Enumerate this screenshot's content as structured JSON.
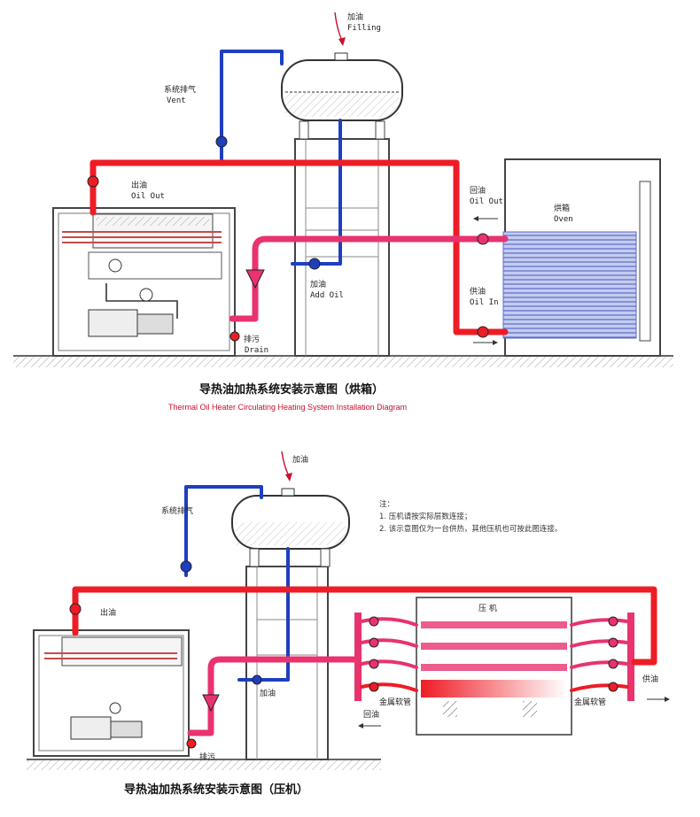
{
  "colors": {
    "hot": "#ee1c25",
    "return": "#e8336e",
    "oil": "#1f3fbf",
    "outline": "#3a3a3a",
    "oven_fill": "#9aa7e0",
    "title_en": "#c8102e"
  },
  "top": {
    "filling_cn": "加油",
    "filling_en": "Filling",
    "vent_cn": "系统排气",
    "vent_en": "Vent",
    "oil_out_cn": "出油",
    "oil_out_en": "Oil Out",
    "return_cn": "回油",
    "return_en": "Oil Out",
    "oven_cn": "烘箱",
    "oven_en": "Oven",
    "supply_cn": "供油",
    "supply_en": "Oil In",
    "add_oil_cn": "加油",
    "add_oil_en": "Add Oil",
    "drain_cn": "排污",
    "drain_en": "Drain",
    "title_cn": "导热油加热系统安装示意图（烘箱）",
    "title_en": "Thermal Oil Heater Circulating Heating System Installation Diagram"
  },
  "bottom": {
    "filling_cn": "加油",
    "vent_cn": "系统排气",
    "note_title": "注：",
    "note_1": "1. 压机请按实际层数连接；",
    "note_2": "2. 该示意图仅为一台供热，其他压机也可按此图连接。",
    "press_cn": "压 机",
    "oil_out_cn": "出油",
    "add_oil_cn": "加油",
    "drain_cn": "排污",
    "return_cn": "回油",
    "supply_cn": "供油",
    "hose_left_cn": "金属软管",
    "hose_right_cn": "金属软管",
    "title_cn": "导热油加热系统安装示意图（压机）"
  }
}
